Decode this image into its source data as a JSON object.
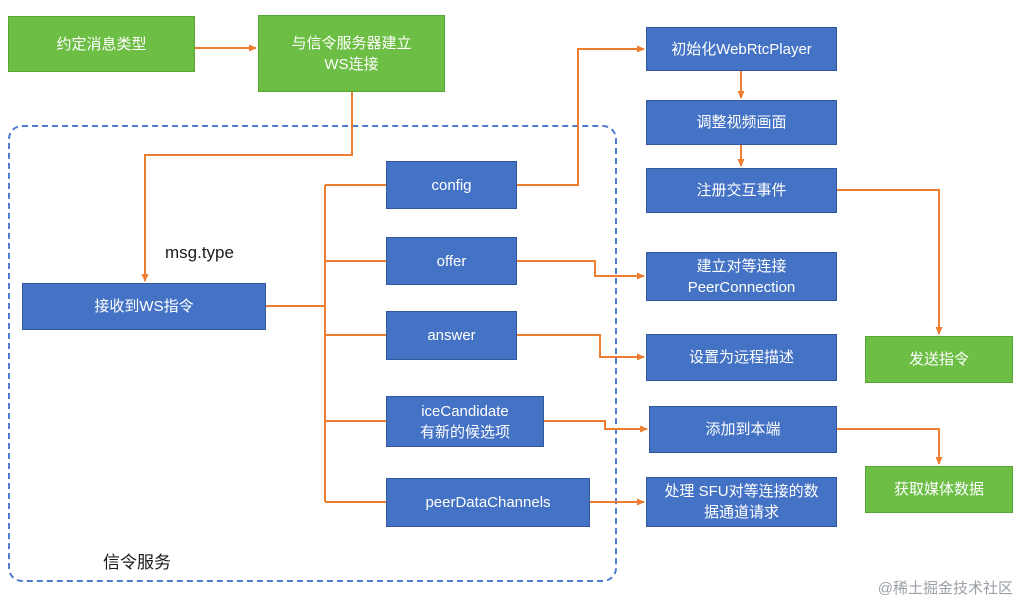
{
  "diagram": {
    "nodes": {
      "agree_msg_type": "约定消息类型",
      "ws_connect": "与信令服务器建立\nWS连接",
      "receive_ws": "接收到WS指令",
      "config": "config",
      "offer": "offer",
      "answer": "answer",
      "ice_candidate": "iceCandidate\n有新的候选项",
      "peer_data_channels": "peerDataChannels",
      "init_webrtc_player": "初始化WebRtcPlayer",
      "adjust_video": "调整视频画面",
      "register_events": "注册交互事件",
      "peer_connection": "建立对等连接\nPeerConnection",
      "set_remote_desc": "设置为远程描述",
      "add_to_local": "添加到本端",
      "sfu_data_channel": "处理 SFU对等连接的数\n据通道请求",
      "send_command": "发送指令",
      "get_media_data": "获取媒体数据"
    },
    "labels": {
      "msg_type": "msg.type",
      "group": "信令服务"
    },
    "watermark": "@稀土掘金技术社区",
    "colors": {
      "green": "#6cbe45",
      "blue": "#4472c4",
      "orange": "#ed7d31",
      "dashed_border": "#4f7bd2"
    }
  }
}
